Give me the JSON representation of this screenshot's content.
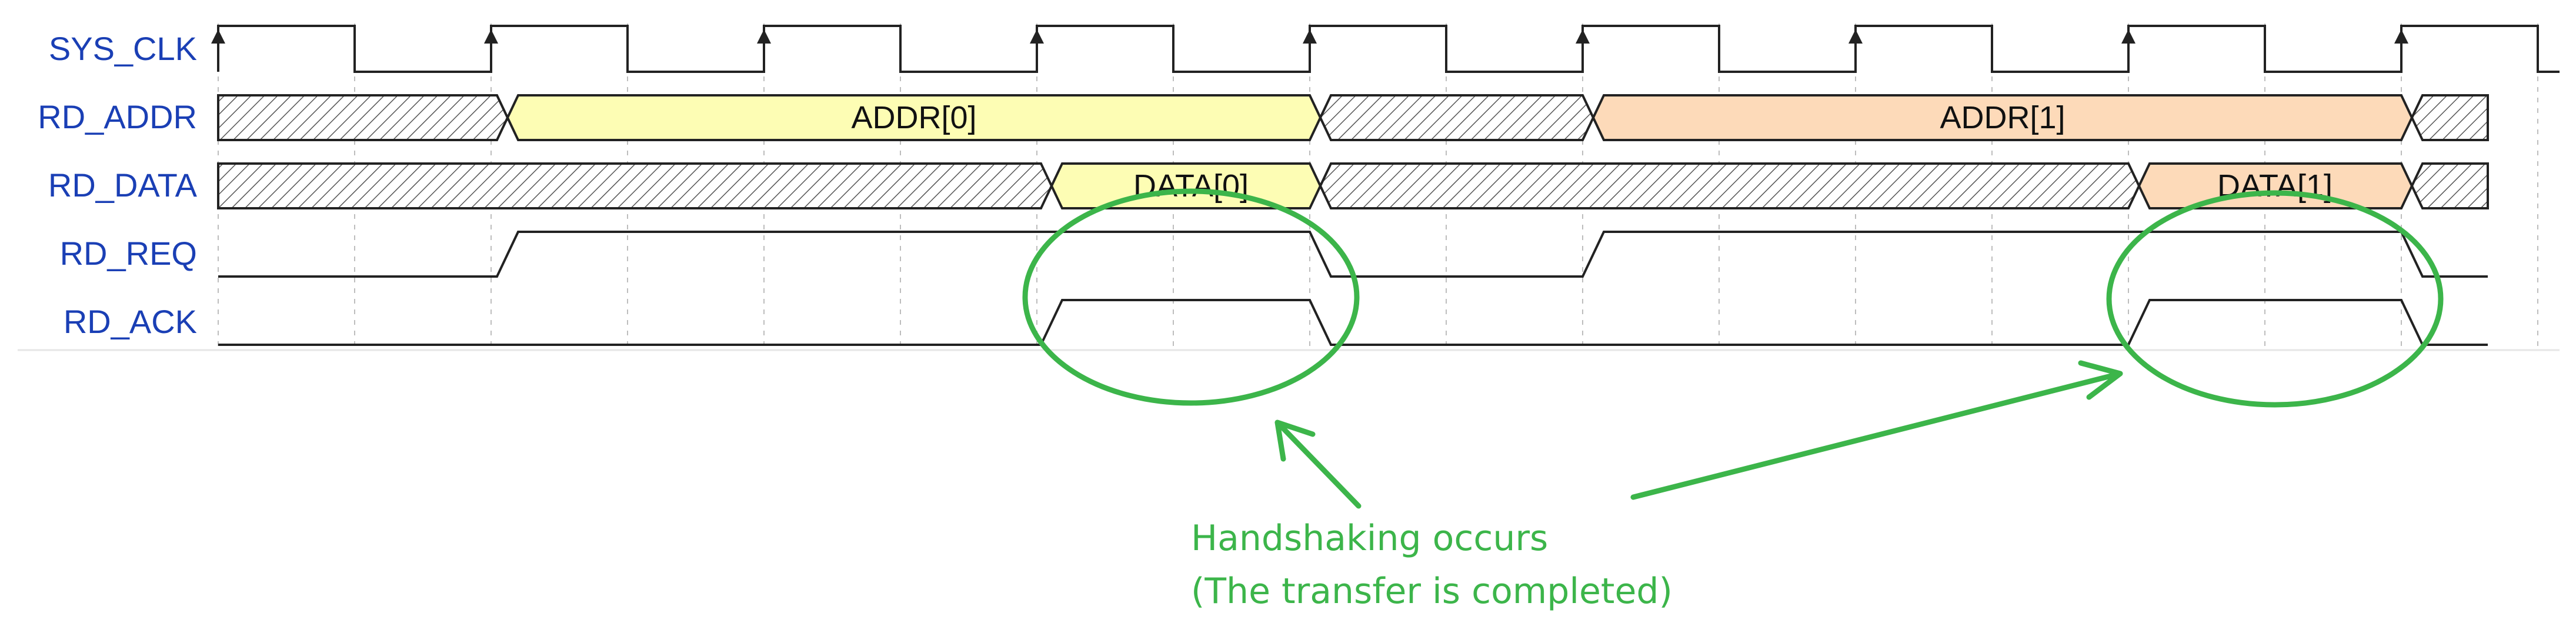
{
  "signals": [
    {
      "name": "SYS_CLK"
    },
    {
      "name": "RD_ADDR"
    },
    {
      "name": "RD_DATA"
    },
    {
      "name": "RD_REQ"
    },
    {
      "name": "RD_ACK"
    }
  ],
  "bus_segments": {
    "rd_addr": [
      {
        "label": "ADDR[0]",
        "fill": "#fdfdb4"
      },
      {
        "label": "ADDR[1]",
        "fill": "#fddab9"
      }
    ],
    "rd_data": [
      {
        "label": "DATA[0]",
        "fill": "#fdfdb4"
      },
      {
        "label": "DATA[1]",
        "fill": "#fddab9"
      }
    ]
  },
  "annotation": {
    "line1": "Handshaking occurs",
    "line2": "(The transfer is completed)"
  },
  "colors": {
    "label": "#1a3fb5",
    "highlight": "#3cb54a",
    "wave": "#222222",
    "grid": "#bdbdbd"
  }
}
